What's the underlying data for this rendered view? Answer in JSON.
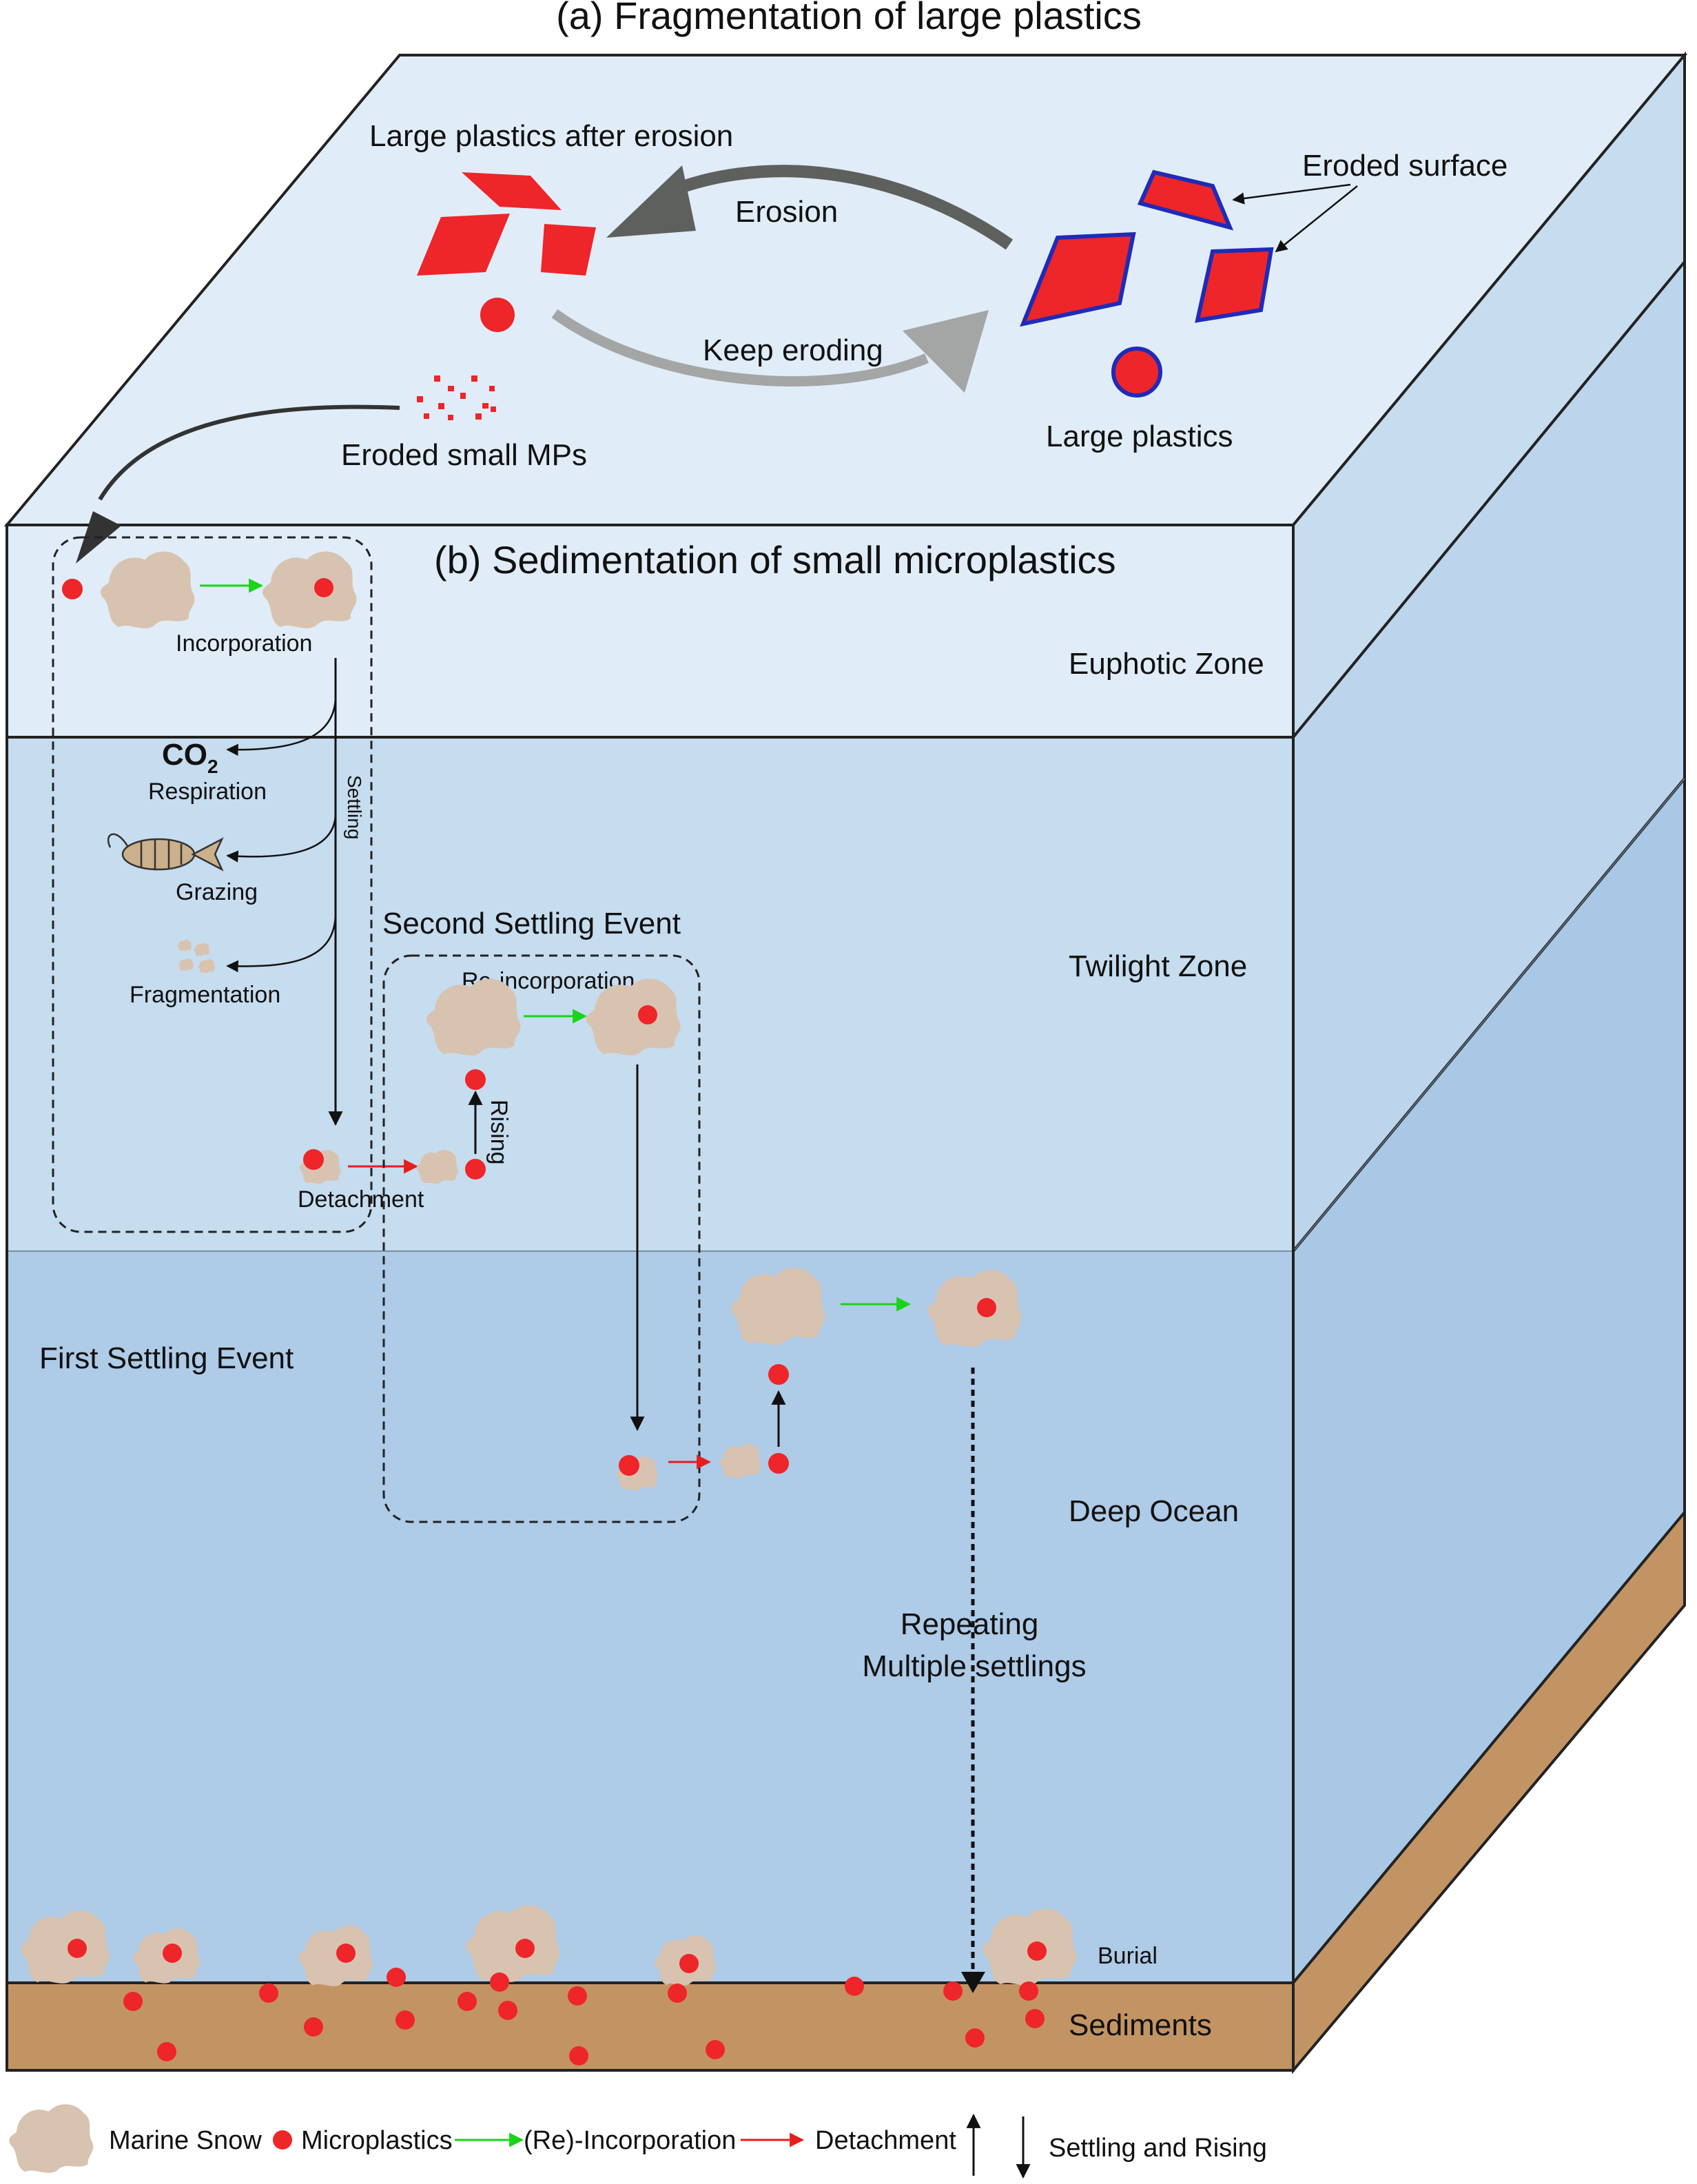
{
  "titles": {
    "part_a": "(a) Fragmentation of large plastics",
    "part_b": "(b) Sedimentation of small microplastics"
  },
  "surface": {
    "large_after_erosion": "Large plastics after erosion",
    "erosion": "Erosion",
    "keep_eroding": "Keep eroding",
    "eroded_surface": "Eroded surface",
    "large_plastics": "Large plastics",
    "eroded_small_mps": "Eroded small MPs"
  },
  "zones": {
    "euphotic": "Euphotic Zone",
    "twilight": "Twilight Zone",
    "deep": "Deep Ocean",
    "sediments": "Sediments"
  },
  "processes": {
    "incorporation": "Incorporation",
    "co2": "CO",
    "co2_sub": "2",
    "respiration": "Respiration",
    "settling": "Settling",
    "grazing": "Grazing",
    "fragmentation": "Fragmentation",
    "detachment": "Detachment",
    "rising": "Rising",
    "reincorporation": "Re-incorporation",
    "second_event": "Second Settling Event",
    "first_event": "First Settling Event",
    "repeating_1": "Repeating",
    "repeating_2": "Multiple settlings",
    "burial": "Burial"
  },
  "legend": {
    "marine_snow": "Marine Snow",
    "microplastics": "Microplastics",
    "reincorporation": "(Re)-Incorporation",
    "detachment": "Detachment",
    "settling_rising": "Settling and Rising"
  },
  "colors": {
    "plastic_red": "#ee2529",
    "plastic_outline": "#1f2bb8",
    "marine_snow": "#d8c3b0",
    "surface_water": "#e0edf8",
    "twilight_water": "#c6dcef",
    "deep_water": "#aecbe7",
    "sediment": "#c39463",
    "incorporation_arrow": "#19d419",
    "detachment_arrow": "#e51d1d"
  }
}
